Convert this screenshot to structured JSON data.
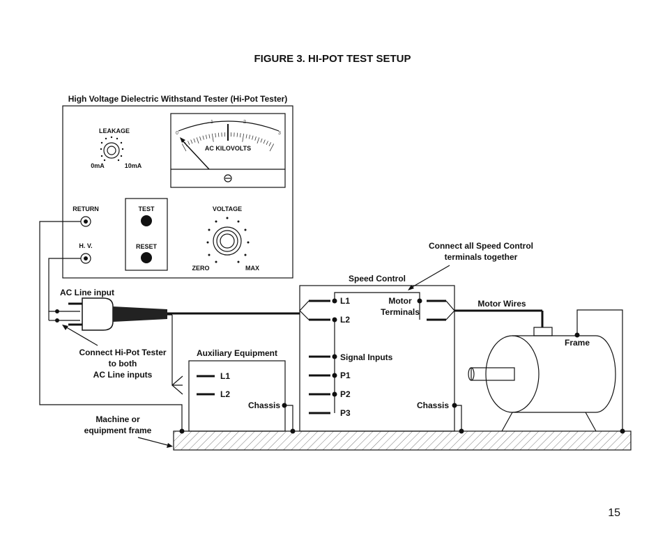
{
  "figure_title": "FIGURE 3. HI-POT TEST SETUP",
  "page_number": "15",
  "tester": {
    "title": "High Voltage Dielectric Withstand Tester (Hi-Pot Tester)",
    "leakage_label": "LEAKAGE",
    "leakage_min": "0mA",
    "leakage_max": "10mA",
    "meter_label": "AC KILOVOLTS",
    "meter_scale": [
      "0",
      "1",
      "2",
      "3"
    ],
    "return_label": "RETURN",
    "hv_label": "H. V.",
    "test_label": "TEST",
    "reset_label": "RESET",
    "voltage_label": "VOLTAGE",
    "voltage_min": "ZERO",
    "voltage_max": "MAX"
  },
  "ac_line_input": "AC Line input",
  "connect_note": [
    "Connect Hi-Pot Tester",
    "to both",
    "AC Line inputs"
  ],
  "speed_note": [
    "Connect all Speed Control",
    "terminals together"
  ],
  "speed_control": {
    "title": "Speed Control",
    "l1": "L1",
    "l2": "L2",
    "motor_terminals": [
      "Motor",
      "Terminals"
    ],
    "signal_inputs": "Signal Inputs",
    "p1": "P1",
    "p2": "P2",
    "p3": "P3",
    "chassis": "Chassis"
  },
  "aux": {
    "title": "Auxiliary Equipment",
    "l1": "L1",
    "l2": "L2",
    "chassis": "Chassis"
  },
  "motor_wires": "Motor Wires",
  "frame": "Frame",
  "machine_frame": [
    "Machine or",
    "equipment frame"
  ]
}
